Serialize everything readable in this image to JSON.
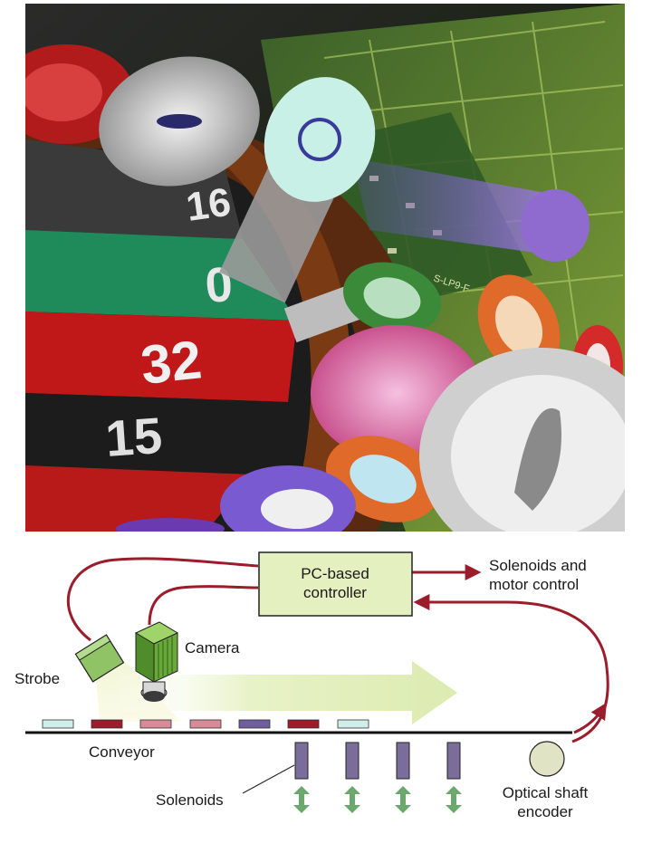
{
  "photo": {
    "roulette_numbers": [
      "0",
      "32",
      "15",
      "16"
    ],
    "circuit_marking": "S-LP9-F"
  },
  "diagram": {
    "controller_label_line1": "PC-based",
    "controller_label_line2": "controller",
    "output_label_line1": "Solenoids and",
    "output_label_line2": "motor control",
    "camera_label": "Camera",
    "strobe_label": "Strobe",
    "conveyor_label": "Conveyor",
    "solenoids_label": "Solenoids",
    "encoder_label_line1": "Optical shaft",
    "encoder_label_line2": "encoder",
    "chip_colors": [
      "#cfeeea",
      "#9b1c2a",
      "#d98a98",
      "#d98a98",
      "#6f5e9e",
      "#9b1c2a",
      "#cfeeea"
    ],
    "colors": {
      "arrow_red": "#9b1c2a",
      "controller_fill": "#e4f0bf",
      "camera_green": "#6aa83a",
      "strobe_green": "#8fc366",
      "solenoid_fill": "#7b6d9a",
      "double_arrow_green": "#6ba86e",
      "encoder_fill": "#e1e4c4",
      "motion_arrow": "#e8f2c8"
    }
  }
}
